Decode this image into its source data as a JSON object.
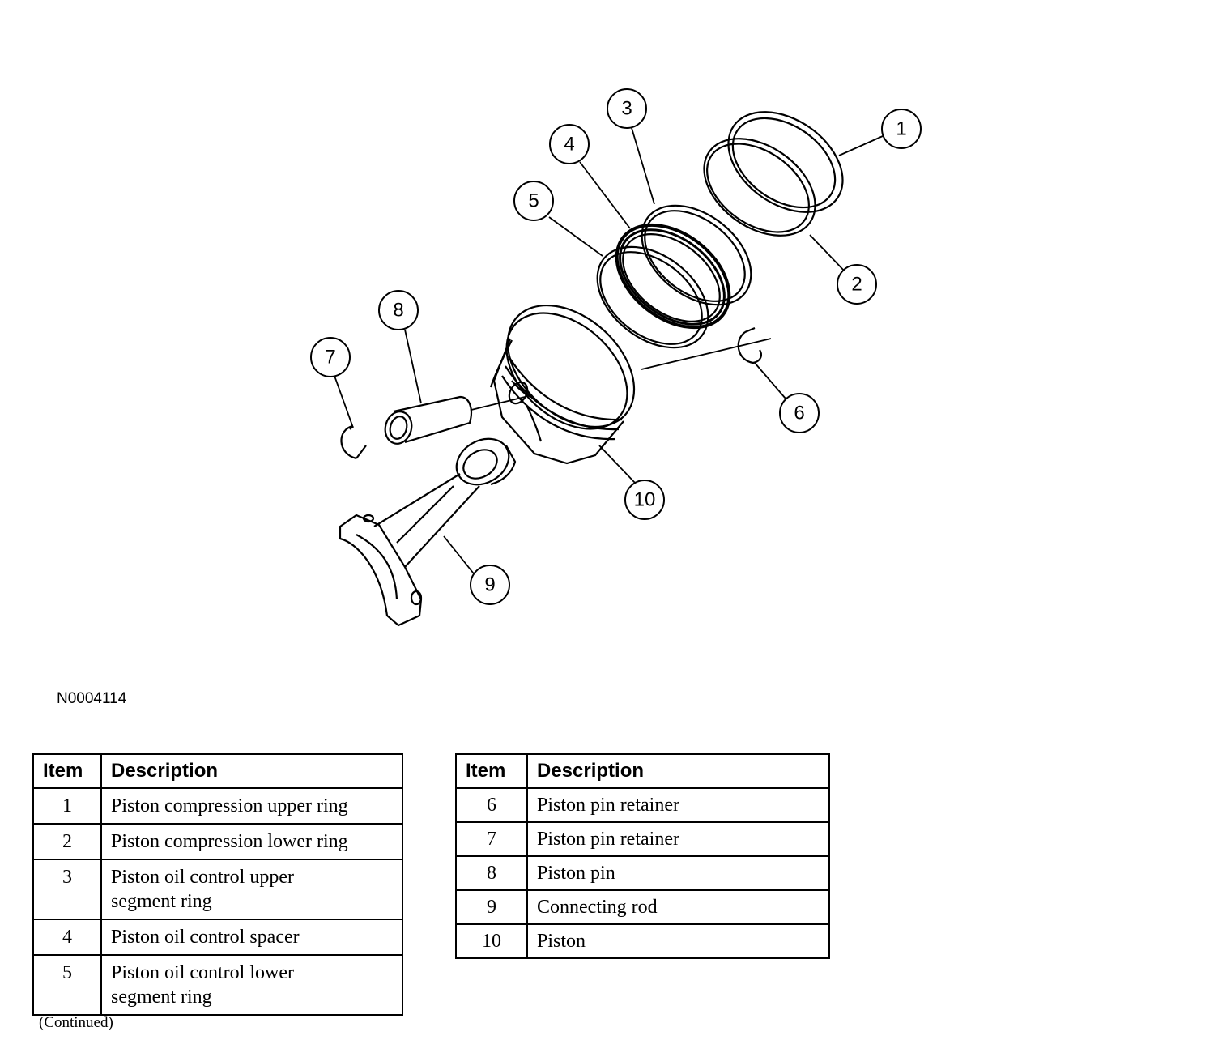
{
  "figure": {
    "id_code": "N0004114",
    "callouts": [
      "1",
      "2",
      "3",
      "4",
      "5",
      "6",
      "7",
      "8",
      "9",
      "10"
    ],
    "parts": [
      "ring-icon",
      "piston-icon",
      "piston-pin-icon",
      "retainer-clip-icon",
      "connecting-rod-icon"
    ]
  },
  "table_left": {
    "headers": {
      "item": "Item",
      "description": "Description"
    },
    "rows": [
      {
        "item": "1",
        "line1": "Piston compression upper ring",
        "line2": ""
      },
      {
        "item": "2",
        "line1": "Piston compression lower ring",
        "line2": ""
      },
      {
        "item": "3",
        "line1": "Piston oil control upper",
        "line2": "segment ring"
      },
      {
        "item": "4",
        "line1": "Piston oil control spacer",
        "line2": ""
      },
      {
        "item": "5",
        "line1": "Piston oil control lower",
        "line2": "segment ring"
      }
    ]
  },
  "table_right": {
    "headers": {
      "item": "Item",
      "description": "Description"
    },
    "rows": [
      {
        "item": "6",
        "description": "Piston pin retainer"
      },
      {
        "item": "7",
        "description": "Piston pin retainer"
      },
      {
        "item": "8",
        "description": "Piston pin"
      },
      {
        "item": "9",
        "description": "Connecting rod"
      },
      {
        "item": "10",
        "description": "Piston"
      }
    ]
  },
  "continued_note": "(Continued)"
}
